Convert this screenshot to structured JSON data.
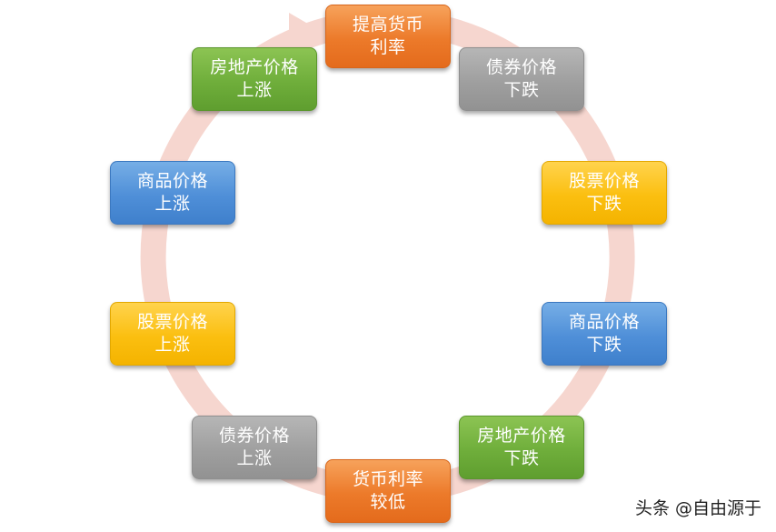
{
  "nodes": [
    {
      "id": "n-top",
      "color": "orange",
      "line1": "提高货币",
      "line2": "利率"
    },
    {
      "id": "n-tr1",
      "color": "gray",
      "line1": "债券价格",
      "line2": "下跌"
    },
    {
      "id": "n-tr2",
      "color": "yellow",
      "line1": "股票价格",
      "line2": "下跌"
    },
    {
      "id": "n-r",
      "color": "blue",
      "line1": "商品价格",
      "line2": "下跌"
    },
    {
      "id": "n-br",
      "color": "green",
      "line1": "房地产价格",
      "line2": "下跌"
    },
    {
      "id": "n-bottom",
      "color": "orange",
      "line1": "货币利率",
      "line2": "较低"
    },
    {
      "id": "n-bl1",
      "color": "gray",
      "line1": "债券价格",
      "line2": "上涨"
    },
    {
      "id": "n-bl2",
      "color": "yellow",
      "line1": "股票价格",
      "line2": "上涨"
    },
    {
      "id": "n-l",
      "color": "blue",
      "line1": "商品价格",
      "line2": "上涨"
    },
    {
      "id": "n-tl",
      "color": "green",
      "line1": "房地产价格",
      "line2": "上涨"
    }
  ],
  "colors": {
    "ring": "#f6d6cf",
    "orange": "#ec7a2a",
    "gray": "#9f9f9f",
    "yellow": "#fbbf10",
    "blue": "#4f8fd8",
    "green": "#6fae3b"
  },
  "watermark": "头条 @自由源于"
}
